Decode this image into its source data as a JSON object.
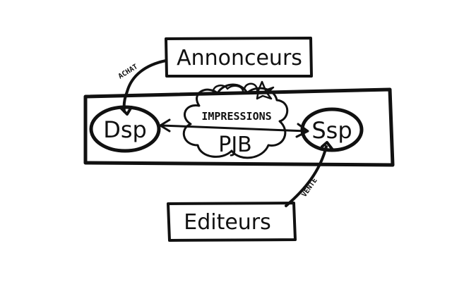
{
  "nodes": {
    "annonceurs": "Annonceurs",
    "editeurs": "Editeurs",
    "dsp": "Dsp",
    "ssp": "Ssp"
  },
  "edges": {
    "achat": "ACHAT",
    "vente": "VENTE"
  },
  "cloud": {
    "title": "IMPRESSIONS",
    "subtitle": "PJB"
  },
  "colors": {
    "ink": "#111111",
    "background": "#ffffff"
  }
}
